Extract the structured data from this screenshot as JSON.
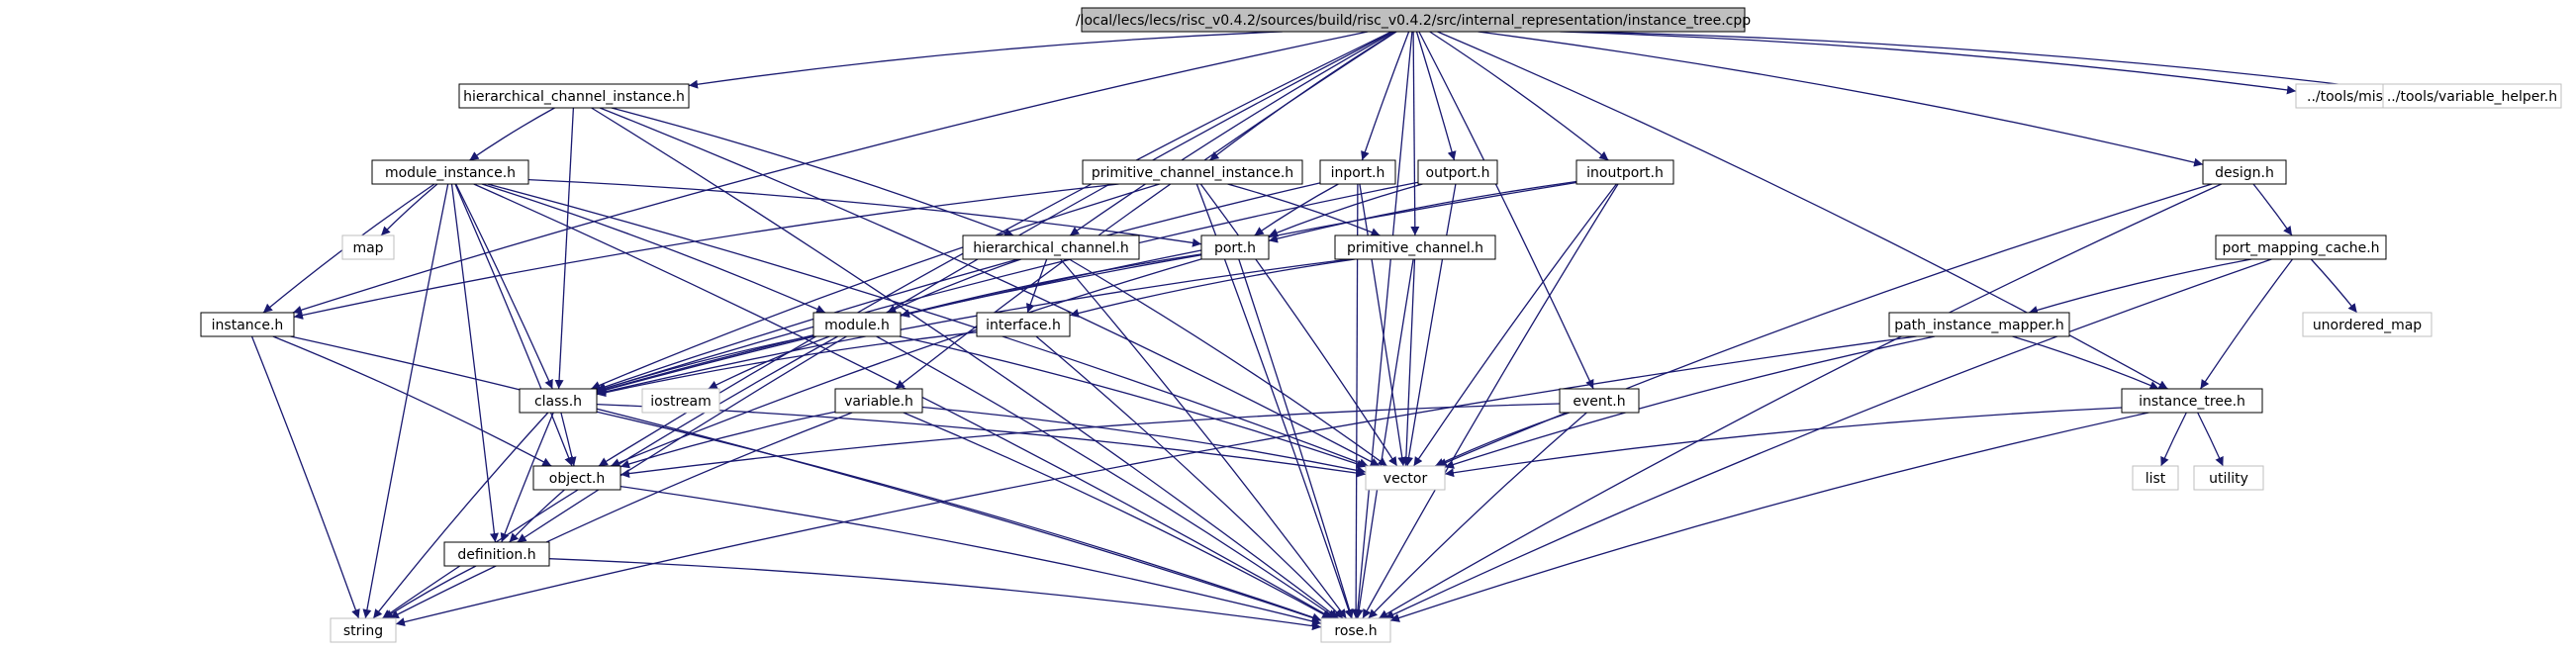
{
  "diagram": {
    "nodes": [
      {
        "id": "root",
        "label": "/local/lecs/lecs/risc_v0.4.2/sources/build/risc_v0.4.2/src/internal_representation/instance_tree.cpp",
        "kind": "root"
      },
      {
        "id": "hci",
        "label": "hierarchical_channel_instance.h",
        "kind": "file"
      },
      {
        "id": "misc",
        "label": "../tools/misc.h",
        "kind": "external"
      },
      {
        "id": "varhelp",
        "label": "../tools/variable_helper.h",
        "kind": "external"
      },
      {
        "id": "modinst",
        "label": "module_instance.h",
        "kind": "file"
      },
      {
        "id": "pci",
        "label": "primitive_channel_instance.h",
        "kind": "file"
      },
      {
        "id": "inport",
        "label": "inport.h",
        "kind": "file"
      },
      {
        "id": "outport",
        "label": "outport.h",
        "kind": "file"
      },
      {
        "id": "inoutport",
        "label": "inoutport.h",
        "kind": "file"
      },
      {
        "id": "design",
        "label": "design.h",
        "kind": "file"
      },
      {
        "id": "map",
        "label": "map",
        "kind": "external"
      },
      {
        "id": "hc",
        "label": "hierarchical_channel.h",
        "kind": "file"
      },
      {
        "id": "port",
        "label": "port.h",
        "kind": "file"
      },
      {
        "id": "pc",
        "label": "primitive_channel.h",
        "kind": "file"
      },
      {
        "id": "pmc",
        "label": "port_mapping_cache.h",
        "kind": "file"
      },
      {
        "id": "instance",
        "label": "instance.h",
        "kind": "file"
      },
      {
        "id": "module",
        "label": "module.h",
        "kind": "file"
      },
      {
        "id": "interface",
        "label": "interface.h",
        "kind": "file"
      },
      {
        "id": "pim",
        "label": "path_instance_mapper.h",
        "kind": "file"
      },
      {
        "id": "umap",
        "label": "unordered_map",
        "kind": "external"
      },
      {
        "id": "class",
        "label": "class.h",
        "kind": "file"
      },
      {
        "id": "iostream",
        "label": "iostream",
        "kind": "external"
      },
      {
        "id": "variable",
        "label": "variable.h",
        "kind": "file"
      },
      {
        "id": "event",
        "label": "event.h",
        "kind": "file"
      },
      {
        "id": "itree",
        "label": "instance_tree.h",
        "kind": "file"
      },
      {
        "id": "object",
        "label": "object.h",
        "kind": "file"
      },
      {
        "id": "vector",
        "label": "vector",
        "kind": "external"
      },
      {
        "id": "list",
        "label": "list",
        "kind": "external"
      },
      {
        "id": "utility",
        "label": "utility",
        "kind": "external"
      },
      {
        "id": "definition",
        "label": "definition.h",
        "kind": "file"
      },
      {
        "id": "string",
        "label": "string",
        "kind": "external"
      },
      {
        "id": "rose",
        "label": "rose.h",
        "kind": "external"
      }
    ],
    "edges": [
      [
        "root",
        "hci"
      ],
      [
        "root",
        "misc"
      ],
      [
        "root",
        "varhelp"
      ],
      [
        "root",
        "inport"
      ],
      [
        "root",
        "outport"
      ],
      [
        "root",
        "inoutport"
      ],
      [
        "root",
        "design"
      ],
      [
        "root",
        "pci"
      ],
      [
        "root",
        "hc"
      ],
      [
        "root",
        "pc"
      ],
      [
        "root",
        "instance"
      ],
      [
        "root",
        "object"
      ],
      [
        "root",
        "definition"
      ],
      [
        "root",
        "rose"
      ],
      [
        "root",
        "variable"
      ],
      [
        "root",
        "event"
      ],
      [
        "root",
        "itree"
      ],
      [
        "hci",
        "modinst"
      ],
      [
        "hci",
        "class"
      ],
      [
        "hci",
        "hc"
      ],
      [
        "hci",
        "vector"
      ],
      [
        "hci",
        "rose"
      ],
      [
        "modinst",
        "map"
      ],
      [
        "modinst",
        "instance"
      ],
      [
        "modinst",
        "class"
      ],
      [
        "modinst",
        "object"
      ],
      [
        "modinst",
        "module"
      ],
      [
        "modinst",
        "port"
      ],
      [
        "modinst",
        "vector"
      ],
      [
        "modinst",
        "rose"
      ],
      [
        "modinst",
        "string"
      ],
      [
        "modinst",
        "definition"
      ],
      [
        "pci",
        "pc"
      ],
      [
        "pci",
        "class"
      ],
      [
        "pci",
        "vector"
      ],
      [
        "pci",
        "rose"
      ],
      [
        "pci",
        "instance"
      ],
      [
        "inport",
        "port"
      ],
      [
        "inport",
        "vector"
      ],
      [
        "inport",
        "rose"
      ],
      [
        "inport",
        "class"
      ],
      [
        "outport",
        "port"
      ],
      [
        "outport",
        "vector"
      ],
      [
        "outport",
        "class"
      ],
      [
        "inoutport",
        "port"
      ],
      [
        "inoutport",
        "vector"
      ],
      [
        "inoutport",
        "class"
      ],
      [
        "inoutport",
        "rose"
      ],
      [
        "design",
        "pmc"
      ],
      [
        "design",
        "vector"
      ],
      [
        "design",
        "rose"
      ],
      [
        "hc",
        "module"
      ],
      [
        "hc",
        "interface"
      ],
      [
        "hc",
        "vector"
      ],
      [
        "hc",
        "rose"
      ],
      [
        "port",
        "module"
      ],
      [
        "port",
        "class"
      ],
      [
        "port",
        "object"
      ],
      [
        "port",
        "rose"
      ],
      [
        "pc",
        "interface"
      ],
      [
        "pc",
        "class"
      ],
      [
        "pc",
        "vector"
      ],
      [
        "pc",
        "rose"
      ],
      [
        "pmc",
        "pim"
      ],
      [
        "pmc",
        "umap"
      ],
      [
        "pmc",
        "itree"
      ],
      [
        "pmc",
        "rose"
      ],
      [
        "instance",
        "object"
      ],
      [
        "instance",
        "string"
      ],
      [
        "instance",
        "rose"
      ],
      [
        "module",
        "class"
      ],
      [
        "module",
        "iostream"
      ],
      [
        "module",
        "vector"
      ],
      [
        "module",
        "rose"
      ],
      [
        "module",
        "string"
      ],
      [
        "interface",
        "class"
      ],
      [
        "interface",
        "rose"
      ],
      [
        "pim",
        "itree"
      ],
      [
        "pim",
        "vector"
      ],
      [
        "pim",
        "string"
      ],
      [
        "class",
        "object"
      ],
      [
        "class",
        "definition"
      ],
      [
        "class",
        "vector"
      ],
      [
        "class",
        "rose"
      ],
      [
        "class",
        "string"
      ],
      [
        "variable",
        "object"
      ],
      [
        "variable",
        "vector"
      ],
      [
        "variable",
        "rose"
      ],
      [
        "variable",
        "string"
      ],
      [
        "event",
        "object"
      ],
      [
        "event",
        "vector"
      ],
      [
        "event",
        "rose"
      ],
      [
        "itree",
        "vector"
      ],
      [
        "itree",
        "list"
      ],
      [
        "itree",
        "utility"
      ],
      [
        "itree",
        "rose"
      ],
      [
        "object",
        "definition"
      ],
      [
        "object",
        "rose"
      ],
      [
        "definition",
        "string"
      ],
      [
        "definition",
        "rose"
      ]
    ]
  },
  "style": {
    "edge_color": "#191970",
    "root_fill": "#bfbfbf",
    "file_border": "#000000",
    "external_border": "#bfbfbf"
  }
}
